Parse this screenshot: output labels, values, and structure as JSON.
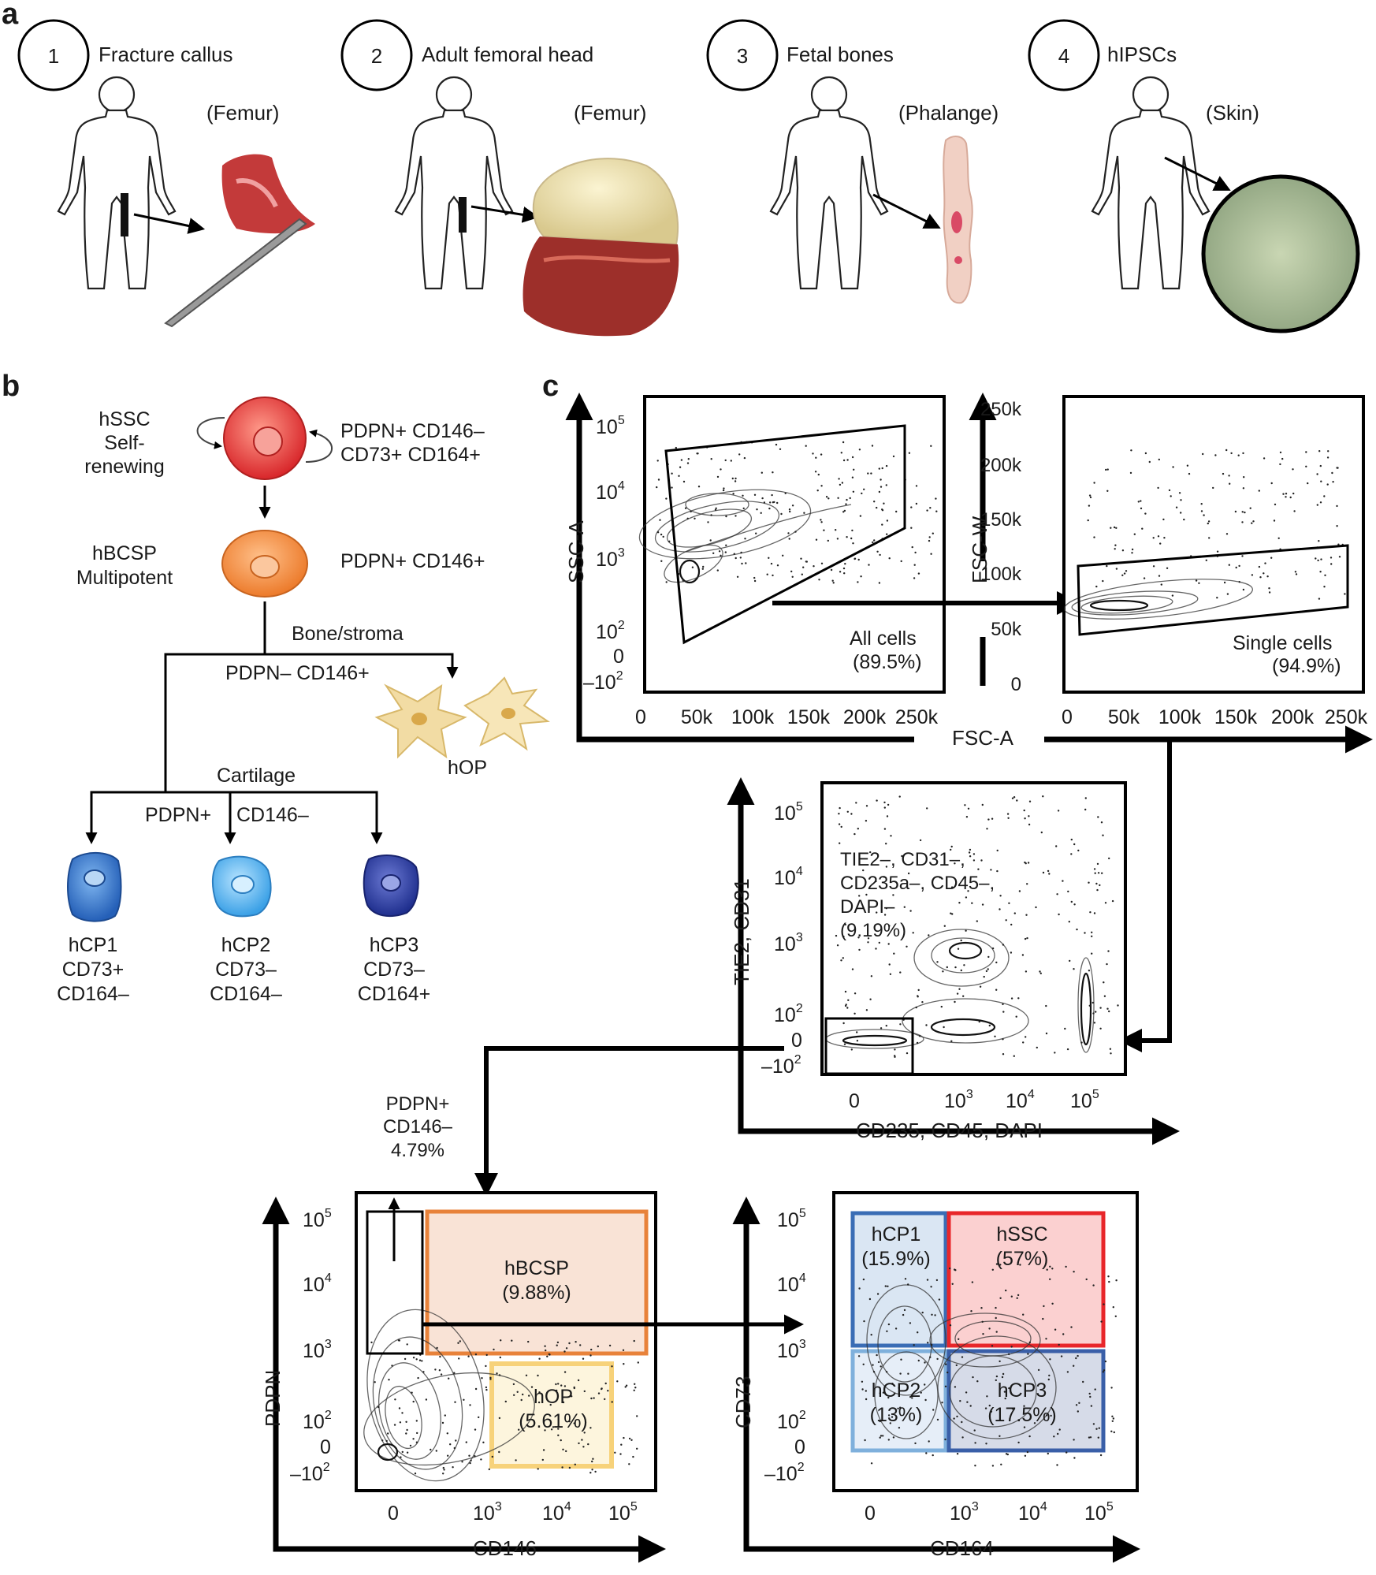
{
  "panel_a": {
    "letter": "a",
    "sources": [
      {
        "number": "1",
        "title": "Fracture callus",
        "site": "(Femur)"
      },
      {
        "number": "2",
        "title": "Adult femoral head",
        "site": "(Femur)"
      },
      {
        "number": "3",
        "title": "Fetal bones",
        "site": "(Phalange)"
      },
      {
        "number": "4",
        "title": "hIPSCs",
        "site": "(Skin)"
      }
    ]
  },
  "panel_b": {
    "letter": "b",
    "hssc": {
      "name": "hSSC",
      "line2": "Self-",
      "line3": "renewing",
      "markers_1": "PDPN+ CD146–",
      "markers_2": "CD73+ CD164+"
    },
    "hbcsp": {
      "name": "hBCSP",
      "line2": "Multipotent",
      "markers": "PDPN+ CD146+"
    },
    "bone_branch": {
      "label": "Bone/stroma",
      "markers": "PDPN– CD146+",
      "product": "hOP"
    },
    "cartilage_branch": {
      "label": "Cartilage",
      "markers_left": "PDPN+",
      "markers_right": "CD146–"
    },
    "progenitors": [
      {
        "name": "hCP1",
        "m1": "CD73+",
        "m2": "CD164–",
        "color": "#2f6fc4"
      },
      {
        "name": "hCP2",
        "m1": "CD73–",
        "m2": "CD164–",
        "color": "#44aaea"
      },
      {
        "name": "hCP3",
        "m1": "CD73–",
        "m2": "CD164+",
        "color": "#2b3c9c"
      }
    ]
  },
  "panel_c": {
    "letter": "c",
    "plot1": {
      "ylabel": "SSC-A",
      "yticks": [
        "10",
        "10",
        "10",
        "10",
        "0",
        "–10"
      ],
      "ytick_exps": [
        "5",
        "4",
        "3",
        "2",
        "",
        "2"
      ],
      "xticks": [
        "0",
        "50k",
        "100k",
        "150k",
        "200k",
        "250k"
      ],
      "gate_name": "All cells",
      "gate_pct": "(89.5%)"
    },
    "shared_xlabel": "FSC-A",
    "plot2": {
      "ylabel": "FSC-W",
      "yticks": [
        "250k",
        "200k",
        "150k",
        "100k",
        "50k",
        "0"
      ],
      "xticks": [
        "0",
        "50k",
        "100k",
        "150k",
        "200k",
        "250k"
      ],
      "gate_name": "Single cells",
      "gate_pct": "(94.9%)"
    },
    "plot3": {
      "ylabel": "TIE2, CD31",
      "xlabel": "CD235, CD45, DAPI",
      "yticks": [
        "10",
        "10",
        "10",
        "10",
        "0",
        "–10"
      ],
      "ytick_exps": [
        "5",
        "4",
        "3",
        "2",
        "",
        "2"
      ],
      "xticks": [
        "0",
        "10",
        "10",
        "10"
      ],
      "xtick_exps": [
        "",
        "3",
        "4",
        "5"
      ],
      "gate_l1": "TIE2–, CD31–,",
      "gate_l2": "CD235a–, CD45–,",
      "gate_l3": "DAPI–",
      "gate_l4": "(9.19%)"
    },
    "link_label": {
      "l1": "PDPN+",
      "l2": "CD146–",
      "l3": "4.79%"
    },
    "plot4": {
      "ylabel": "PDPN",
      "xlabel": "CD146",
      "yticks": [
        "10",
        "10",
        "10",
        "10",
        "0",
        "–10"
      ],
      "ytick_exps": [
        "5",
        "4",
        "3",
        "2",
        "",
        "2"
      ],
      "xticks": [
        "0",
        "10",
        "10",
        "10"
      ],
      "xtick_exps": [
        "",
        "3",
        "4",
        "5"
      ],
      "hbcsp_name": "hBCSP",
      "hbcsp_pct": "(9.88%)",
      "hop_name": "hOP",
      "hop_pct": "(5.61%)",
      "colors": {
        "hbcsp": "#e8823a",
        "hop": "#f7d27a"
      }
    },
    "plot5": {
      "ylabel": "CD73",
      "xlabel": "CD164",
      "yticks": [
        "10",
        "10",
        "10",
        "10",
        "0",
        "–10"
      ],
      "ytick_exps": [
        "5",
        "4",
        "3",
        "2",
        "",
        "2"
      ],
      "xticks": [
        "0",
        "10",
        "10",
        "10"
      ],
      "xtick_exps": [
        "",
        "3",
        "4",
        "5"
      ],
      "quadrants": [
        {
          "name": "hCP1",
          "pct": "(15.9%)",
          "color": "#3a6db5"
        },
        {
          "name": "hSSC",
          "pct": "(57%)",
          "color": "#e8262a"
        },
        {
          "name": "hCP2",
          "pct": "(13%)",
          "color": "#7fb0dc"
        },
        {
          "name": "hCP3",
          "pct": "(17.5%)",
          "color": "#3a5fa8"
        }
      ]
    }
  }
}
